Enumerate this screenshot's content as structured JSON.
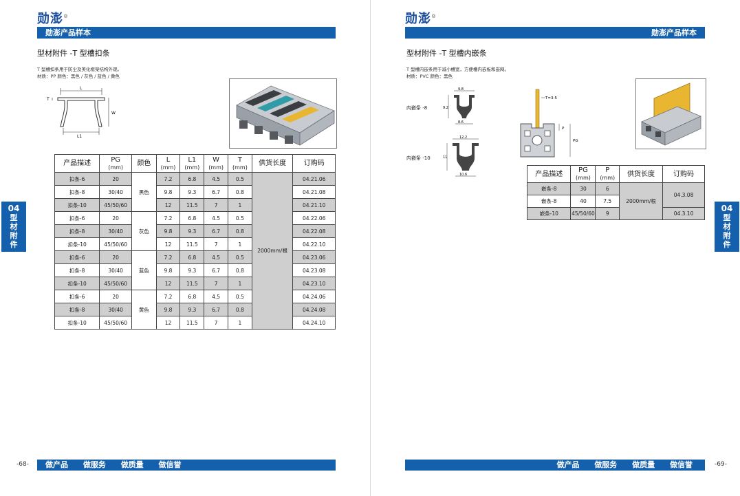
{
  "brand": "勋澎",
  "left": {
    "header": "勋澎产品样本",
    "title": "型材附件 -T 型槽扣条",
    "desc_line1": "T 型槽扣条用于防尘及美化框架结构外观。",
    "desc_line2": "材质：PP    颜色：黑色 / 灰色 / 蓝色 / 黄色",
    "drawing_labels": {
      "L": "L",
      "L1": "L1",
      "W": "W",
      "T": "T"
    },
    "table": {
      "headers": [
        "产品描述",
        "PG",
        "颜色",
        "L",
        "L1",
        "W",
        "T",
        "供货长度",
        "订购码"
      ],
      "units": [
        "",
        "(mm)",
        "",
        "(mm)",
        "(mm)",
        "(mm)",
        "(mm)",
        "",
        ""
      ],
      "supply_length": "2000mm/根",
      "color_names": [
        "黑色",
        "灰色",
        "蓝色",
        "黄色"
      ],
      "rows": [
        {
          "desc": "扣条-6",
          "pg": "20",
          "l": "7.2",
          "l1": "6.8",
          "w": "4.5",
          "t": "0.5",
          "code": "04.21.06"
        },
        {
          "desc": "扣条-8",
          "pg": "30/40",
          "l": "9.8",
          "l1": "9.3",
          "w": "6.7",
          "t": "0.8",
          "code": "04.21.08"
        },
        {
          "desc": "扣条-10",
          "pg": "45/50/60",
          "l": "12",
          "l1": "11.5",
          "w": "7",
          "t": "1",
          "code": "04.21.10"
        },
        {
          "desc": "扣条-6",
          "pg": "20",
          "l": "7.2",
          "l1": "6.8",
          "w": "4.5",
          "t": "0.5",
          "code": "04.22.06"
        },
        {
          "desc": "扣条-8",
          "pg": "30/40",
          "l": "9.8",
          "l1": "9.3",
          "w": "6.7",
          "t": "0.8",
          "code": "04.22.08"
        },
        {
          "desc": "扣条-10",
          "pg": "45/50/60",
          "l": "12",
          "l1": "11.5",
          "w": "7",
          "t": "1",
          "code": "04.22.10"
        },
        {
          "desc": "扣条-6",
          "pg": "20",
          "l": "7.2",
          "l1": "6.8",
          "w": "4.5",
          "t": "0.5",
          "code": "04.23.06"
        },
        {
          "desc": "扣条-8",
          "pg": "30/40",
          "l": "9.8",
          "l1": "9.3",
          "w": "6.7",
          "t": "0.8",
          "code": "04.23.08"
        },
        {
          "desc": "扣条-10",
          "pg": "45/50/60",
          "l": "12",
          "l1": "11.5",
          "w": "7",
          "t": "1",
          "code": "04.23.10"
        },
        {
          "desc": "扣条-6",
          "pg": "20",
          "l": "7.2",
          "l1": "6.8",
          "w": "4.5",
          "t": "0.5",
          "code": "04.24.06"
        },
        {
          "desc": "扣条-8",
          "pg": "30/40",
          "l": "9.8",
          "l1": "9.3",
          "w": "6.7",
          "t": "0.8",
          "code": "04.24.08"
        },
        {
          "desc": "扣条-10",
          "pg": "45/50/60",
          "l": "12",
          "l1": "11.5",
          "w": "7",
          "t": "1",
          "code": "04.24.10"
        }
      ]
    },
    "page_number": "-68-",
    "footer": [
      "做产品",
      "做服务",
      "做质量",
      "做信誉"
    ],
    "side_tab": {
      "num": "04",
      "chars": [
        "型",
        "材",
        "附",
        "件"
      ]
    }
  },
  "right": {
    "header": "勋澎产品样本",
    "title": "型材附件 -T 型槽内嵌条",
    "desc_line1": "T 型槽内嵌条用于减小槽宽，方便槽内嵌板和嵌网。",
    "desc_line2": "材质：PVC    颜色：黑色",
    "label_8": "内嵌条 -8",
    "label_10": "内嵌条 -10",
    "dims_8": {
      "top": "9.8",
      "side": "9.2",
      "bottom": "8.6"
    },
    "dims_10": {
      "top": "12.2",
      "side": "11",
      "bottom": "10.6"
    },
    "assembly_labels": {
      "t": "T=3-5",
      "p": "P",
      "pg": "PG"
    },
    "table": {
      "headers": [
        "产品描述",
        "PG",
        "P",
        "供货长度",
        "订购码"
      ],
      "units": [
        "",
        "(mm)",
        "(mm)",
        "",
        ""
      ],
      "supply_length": "2000mm/根",
      "rows": [
        {
          "desc": "嵌条-8",
          "pg": "30",
          "p": "6"
        },
        {
          "desc": "嵌条-8",
          "pg": "40",
          "p": "7.5"
        },
        {
          "desc": "嵌条-10",
          "pg": "45/50/60",
          "p": "9"
        }
      ],
      "codes": [
        "04.3.08",
        "04.3.10"
      ]
    },
    "page_number": "-69-",
    "footer": [
      "做产品",
      "做服务",
      "做质量",
      "做信誉"
    ],
    "side_tab": {
      "num": "04",
      "chars": [
        "型",
        "材",
        "附",
        "件"
      ]
    }
  }
}
